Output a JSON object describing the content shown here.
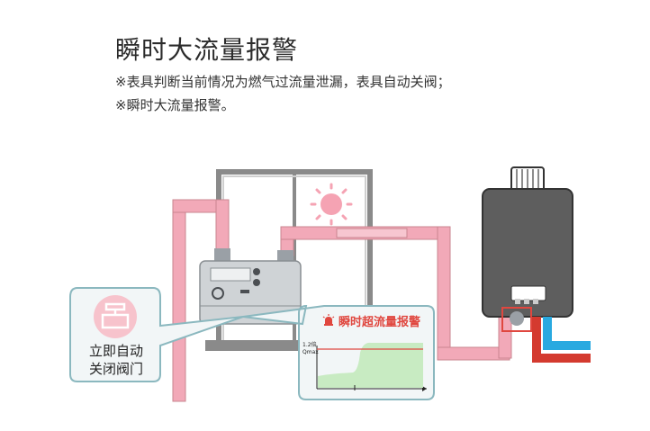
{
  "title": "瞬时大流量报警",
  "notes": [
    "※表具判断当前情况为燃气过流量泄漏，表具自动关阀；",
    "※瞬时大流量报警。"
  ],
  "valve_bubble": {
    "icon": "valve-icon",
    "line1": "立即自动",
    "line2": "关闭阀门"
  },
  "alarm_bubble": {
    "icon": "siren-icon",
    "label": "瞬时超流量报警",
    "threshold_label_1": "1.2倍",
    "threshold_label_2": "Qmax"
  },
  "colors": {
    "pipe_pink": "#f2a9b8",
    "pipe_outline": "#c9858f",
    "alarm_red": "#e0473f",
    "sun_pink": "#f5a3b3",
    "bubble_border": "#8bb8bf",
    "bubble_fill": "#f2f6f7",
    "chart_fill": "#c8ebc2",
    "blue_pipe": "#29a9e0",
    "red_pipe": "#d43a2f"
  }
}
